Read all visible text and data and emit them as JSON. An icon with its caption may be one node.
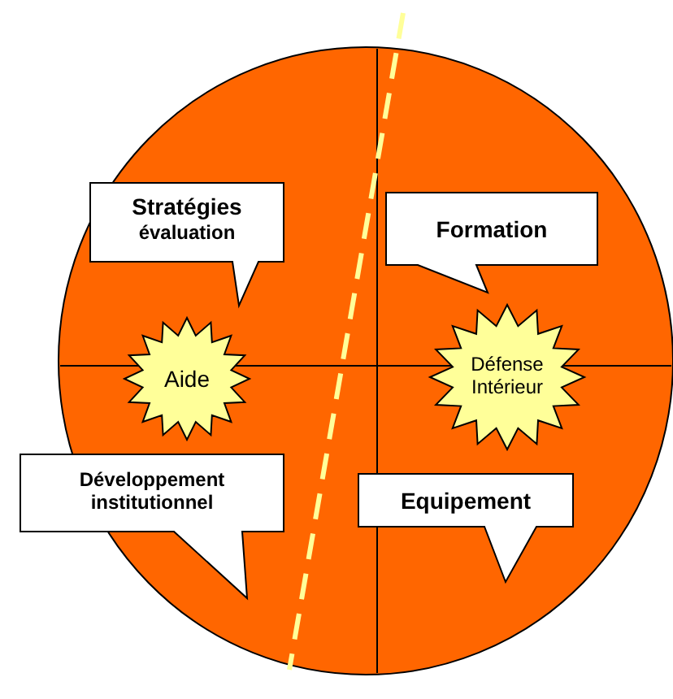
{
  "diagram": {
    "nodes": [
      {
        "text": [
          "Stratégies",
          "évaluation"
        ]
      },
      {
        "text": [
          "Formation"
        ]
      },
      {
        "text": [
          "Aide"
        ]
      },
      {
        "text": [
          "Défense Intérieur"
        ]
      },
      {
        "text": [
          "Développement institutionnel"
        ]
      },
      {
        "text": [
          "Equipement"
        ]
      }
    ],
    "edges": []
  }
}
